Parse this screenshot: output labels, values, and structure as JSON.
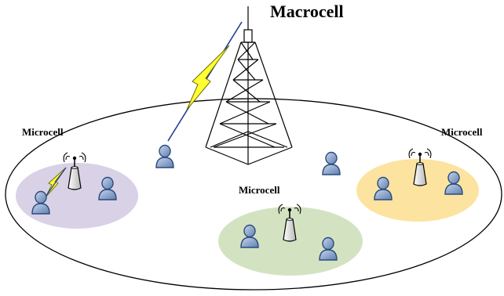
{
  "labels": {
    "macrocell": "Macrocell",
    "microcell_left": "Microcell",
    "microcell_center": "Microcell",
    "microcell_right": "Microcell"
  },
  "colors": {
    "macro_outline": "#000000",
    "cell_left": "#d9d1e6",
    "cell_center": "#d3e3c2",
    "cell_right": "#fde3a0",
    "user_fill": "#8fa9cf",
    "user_stroke": "#2b4a7a",
    "lightning_fill": "#ffff33",
    "lightning_stroke": "#6a6a00",
    "link_line": "#1f3f8f"
  },
  "icons": {
    "macro_tower": "lattice-tower-icon",
    "small_base_station": "base-station-icon",
    "user": "user-icon",
    "wireless_link": "lightning-icon"
  }
}
